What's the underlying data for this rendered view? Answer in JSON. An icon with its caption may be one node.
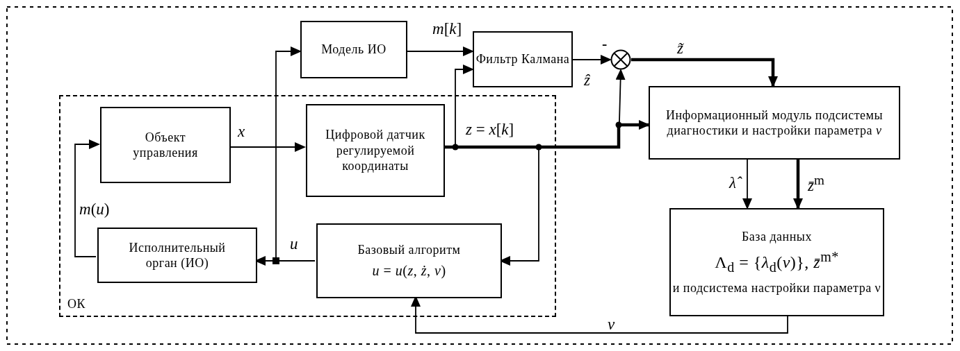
{
  "diagram": {
    "nodes": [
      {
        "text": [
          "ОК"
        ]
      },
      {
        "text": [
          "Объект управления"
        ],
        "in": 0
      },
      {
        "text": [
          "Цифровой датчик регулируемой координаты"
        ],
        "in": 0
      },
      {
        "text": [
          "Исполнительный орган (ИО)"
        ],
        "in": 0
      },
      {
        "text": [
          "Базовый алгоритм",
          "*u* = *u*(*z*, *ż*, *v*)"
        ],
        "in": 0
      },
      {
        "text": [
          "Модель ИО"
        ]
      },
      {
        "text": [
          "Фильтр Калмана"
        ]
      },
      {
        "text": [],
        "shape": "circle",
        "beside": [
          "-"
        ]
      },
      {
        "text": [
          "Информационный модуль подсистемы диагностики и настройки параметра *ν*"
        ]
      },
      {
        "text": [
          "База данных",
          "Λ$_{d}$ = {*λ*$_{d}$(*ν*)},   *z̄*$^{m*}$",
          "и подсистема настройки параметра ν"
        ]
      }
    ],
    "edges": [
      {
        "from": 1,
        "to": 2,
        "arrow": "to",
        "label": "*x*"
      },
      {
        "from": 2,
        "to": 8,
        "arrow": "to",
        "label": "*z* = *x*[*k*]",
        "style": "thick"
      },
      {
        "from": 2,
        "to": 6,
        "arrow": "to"
      },
      {
        "from": 2,
        "to": 7,
        "arrow": "to"
      },
      {
        "from": 2,
        "to": 4,
        "arrow": "to"
      },
      {
        "from": 4,
        "to": 3,
        "arrow": "to",
        "label": "*u*"
      },
      {
        "from": 4,
        "to": 5,
        "arrow": "to"
      },
      {
        "from": 3,
        "to": 1,
        "arrow": "to",
        "label": "*m*(*u*)"
      },
      {
        "from": 5,
        "to": 6,
        "arrow": "to",
        "label": "*m*[*k*]"
      },
      {
        "from": 6,
        "to": 7,
        "arrow": "to",
        "label": "*ẑ*"
      },
      {
        "from": 7,
        "to": 8,
        "arrow": "to",
        "label": "*z̃*",
        "style": "thick"
      },
      {
        "from": 8,
        "to": 9,
        "arrow": "to",
        "label": "*λ̂*"
      },
      {
        "from": 8,
        "to": 9,
        "arrow": "to",
        "label": "*z̄*$^{m}$",
        "style": "thick"
      },
      {
        "from": 9,
        "to": 4,
        "arrow": "to",
        "label": "*ν*"
      }
    ]
  }
}
